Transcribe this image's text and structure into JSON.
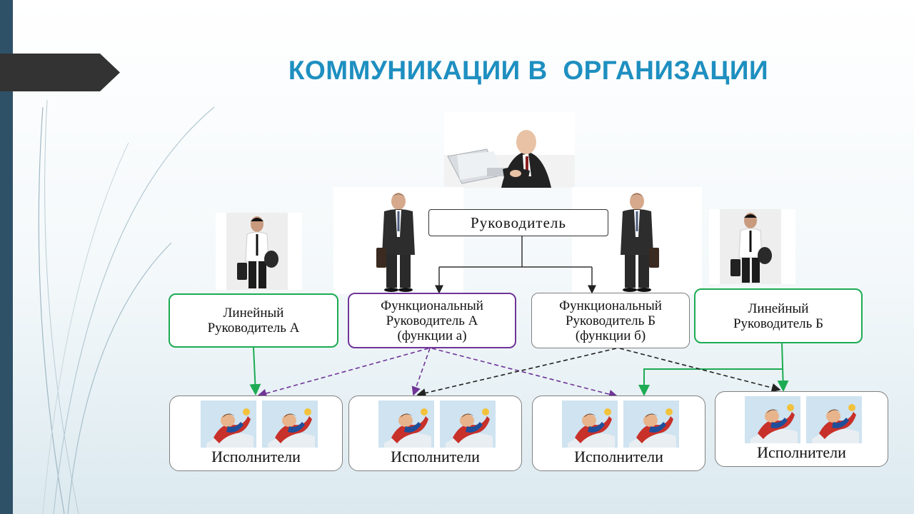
{
  "title": "КОММУНИКАЦИИ В  ОРГАНИЗАЦИИ",
  "nodes": {
    "head": "Руководитель",
    "line_a": "Линейный\nРуководитель А",
    "func_a": "Функциональный\nРуководитель А\n(функции а)",
    "func_b": "Функциональный\nРуководитель Б\n(функции  б)",
    "line_b": "Линейный\nРуководитель Б"
  },
  "executors": [
    "Исполнители",
    "Исполнители",
    "Исполнители",
    "Исполнители"
  ],
  "colors": {
    "title": "#1e8fc0",
    "line_manager_border": "#1dab53",
    "func_a_border": "#6f3597",
    "func_b_border": "#7f7f7f",
    "line_arrow": "#1dab53",
    "func_a_arrow": "#6f3597",
    "func_b_arrow": "#222222",
    "sidebar": "#2f5168"
  },
  "icons": [
    "person-at-laptop-photo",
    "businessman-photo",
    "superhero-icon"
  ]
}
